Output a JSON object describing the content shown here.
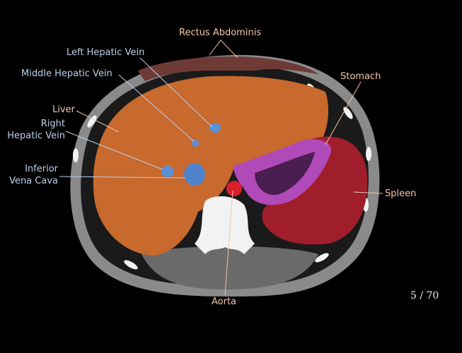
{
  "labels": {
    "rectus_abdominis": "Rectus Abdominis",
    "left_hepatic_vein": "Left Hepatic Vein",
    "middle_hepatic_vein": "Middle Hepatic Vein",
    "liver": "Liver",
    "right_hepatic_vein_1": "Right",
    "right_hepatic_vein_2": "Hepatic Vein",
    "ivc_1": "Inferior",
    "ivc_2": "Vena Cava",
    "stomach": "Stomach",
    "spleen": "Spleen",
    "aorta": "Aorta"
  },
  "slice_counter": "5 / 70",
  "colors": {
    "liver": "#c8692e",
    "vein": "#5b8fd6",
    "stomach": "#b04ab8",
    "spleen": "#a01e2c",
    "aorta": "#d8202a",
    "muscle": "#6e3a36",
    "blue_label": "#bcd0ea",
    "peach_label": "#f2c6ad"
  }
}
